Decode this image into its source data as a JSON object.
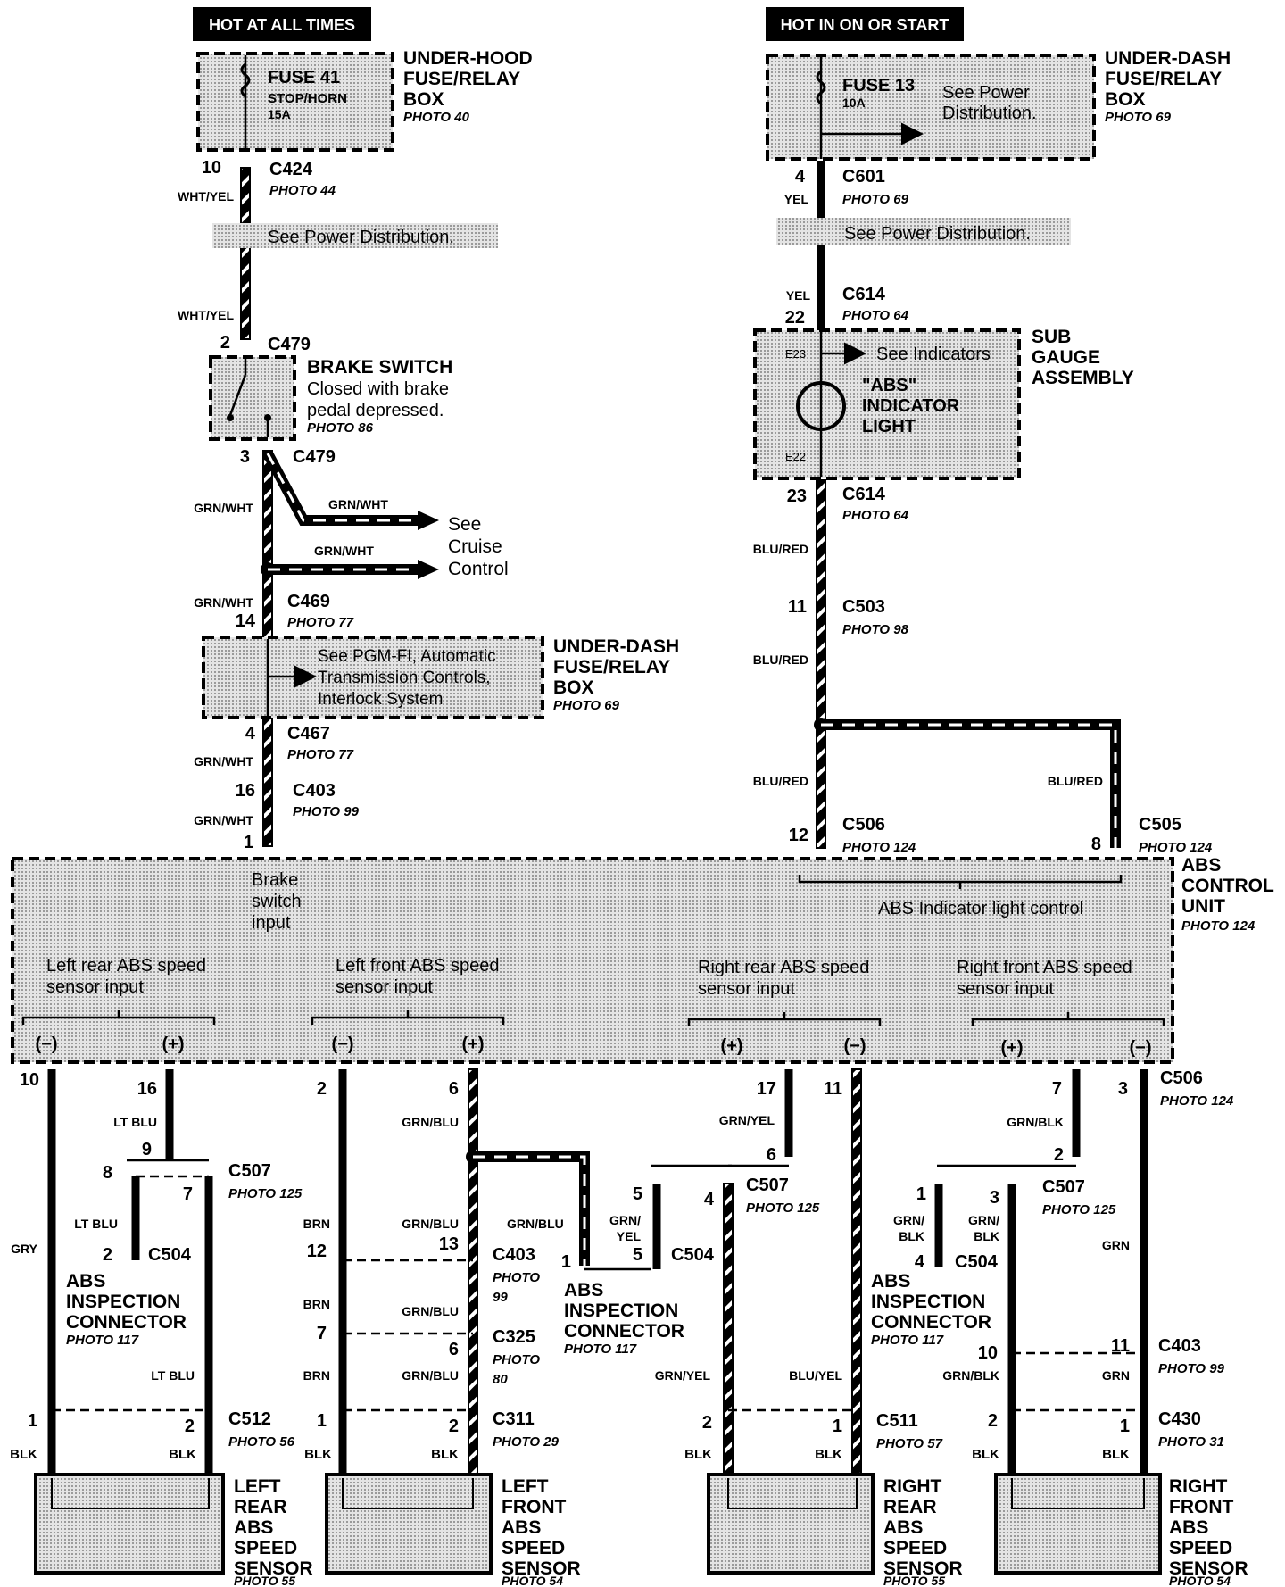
{
  "header_left": "HOT AT ALL TIMES",
  "header_right": "HOT IN ON OR START",
  "uh_box": {
    "title": [
      "UNDER-HOOD",
      "FUSE/RELAY",
      "BOX"
    ],
    "photo": "PHOTO 40",
    "fuse": "FUSE 41",
    "fuse_name": "STOP/HORN",
    "fuse_rating": "15A"
  },
  "ud_box": {
    "title": [
      "UNDER-DASH",
      "FUSE/RELAY",
      "BOX"
    ],
    "photo": "PHOTO 69",
    "fuse": "FUSE 13",
    "fuse_rating": "10A",
    "note": [
      "See Power",
      "Distribution."
    ]
  },
  "left_chain": {
    "c424": {
      "pin": "10",
      "conn": "C424",
      "photo": "PHOTO 44",
      "color": "WHT/YEL"
    },
    "pd": "See Power Distribution.",
    "c479_top": {
      "color": "WHT/YEL",
      "pin": "2",
      "conn": "C479"
    },
    "brake": {
      "title": "BRAKE SWITCH",
      "desc": [
        "Closed with brake",
        "pedal depressed."
      ],
      "photo": "PHOTO 86"
    },
    "c479_bot": {
      "pin": "3",
      "conn": "C479"
    },
    "branch1": {
      "color": "GRN/WHT"
    },
    "branch2": {
      "color": "GRN/WHT"
    },
    "see_cruise": [
      "See",
      "Cruise",
      "Control"
    ],
    "main_color": "GRN/WHT",
    "c469": {
      "color": "GRN/WHT",
      "pin": "14",
      "conn": "C469",
      "photo": "PHOTO 77"
    },
    "ud2": {
      "note": [
        "See PGM-FI, Automatic",
        "Transmission Controls,",
        "Interlock System"
      ],
      "title": [
        "UNDER-DASH",
        "FUSE/RELAY",
        "BOX"
      ],
      "photo": "PHOTO 69"
    },
    "c467": {
      "pin": "4",
      "conn": "C467",
      "photo": "PHOTO 77",
      "color": "GRN/WHT"
    },
    "c403": {
      "pin": "16",
      "conn": "C403",
      "photo": "PHOTO 99",
      "color": "GRN/WHT"
    },
    "pin1": "1"
  },
  "right_chain": {
    "c601": {
      "pin": "4",
      "conn": "C601",
      "photo": "PHOTO 69",
      "color": "YEL"
    },
    "pd": "See Power Distribution.",
    "c614_top": {
      "color": "YEL",
      "pin": "22",
      "conn": "C614",
      "photo": "PHOTO 64"
    },
    "sub_gauge": {
      "title": [
        "SUB",
        "GAUGE",
        "ASSEMBLY"
      ],
      "e23": "E23",
      "e22": "E22",
      "see_ind": "See Indicators",
      "light": [
        "\"ABS\"",
        "INDICATOR",
        "LIGHT"
      ]
    },
    "c614_bot": {
      "pin": "23",
      "conn": "C614",
      "photo": "PHOTO 64"
    },
    "c503": {
      "color": "BLU/RED",
      "pin": "11",
      "conn": "C503",
      "photo": "PHOTO 98",
      "color2": "BLU/RED"
    },
    "c506": {
      "color": "BLU/RED",
      "pin": "12",
      "conn": "C506",
      "photo": "PHOTO 124"
    },
    "c505": {
      "color": "BLU/RED",
      "pin": "8",
      "conn": "C505",
      "photo": "PHOTO 124"
    }
  },
  "abs_unit": {
    "title": [
      "ABS",
      "CONTROL",
      "UNIT"
    ],
    "photo": "PHOTO 124",
    "brake_input": [
      "Brake",
      "switch",
      "input"
    ],
    "indicator_ctrl": "ABS Indicator light control",
    "groups": [
      {
        "label": [
          "Left rear ABS speed",
          "sensor input"
        ],
        "minus": "(−)",
        "plus": "(+)"
      },
      {
        "label": [
          "Left front ABS speed",
          "sensor input"
        ],
        "minus": "(−)",
        "plus": "(+)"
      },
      {
        "label": [
          "Right rear ABS speed",
          "sensor input"
        ],
        "plus": "(+)",
        "minus": "(−)"
      },
      {
        "label": [
          "Right front ABS speed",
          "sensor input"
        ],
        "plus": "(+)",
        "minus": "(−)"
      }
    ],
    "bottom_conn": "C506",
    "bottom_photo": "PHOTO 124"
  },
  "bottom": {
    "lr": {
      "pin_a": "10",
      "pin_b": "16",
      "c_gry": "GRY",
      "c_ltblu": "LT BLU",
      "p9": "9",
      "p8": "8",
      "p7": "7",
      "c507": "C507",
      "c507_photo": "PHOTO 125",
      "c_ltblu2": "LT BLU",
      "p2": "2",
      "c504": "C504",
      "insp": [
        "ABS",
        "INSPECTION",
        "CONNECTOR"
      ],
      "insp_photo": "PHOTO 117",
      "c_ltblu3": "LT BLU",
      "s1": "1",
      "s2": "2",
      "c512": "C512",
      "c512_photo": "PHOTO 56",
      "blk1": "BLK",
      "blk2": "BLK",
      "sensor": [
        "LEFT",
        "REAR",
        "ABS",
        "SPEED",
        "SENSOR"
      ],
      "sensor_photo": "PHOTO 55"
    },
    "lf": {
      "pin_a": "2",
      "pin_b": "6",
      "c_grnblu_top": "GRN/BLU",
      "c_brn1": "BRN",
      "c_grnblu1": "GRN/BLU",
      "c_grnblu_branch": "GRN/BLU",
      "p12": "12",
      "p13": "13",
      "c403": "C403",
      "c403_photo": [
        "PHOTO",
        "99"
      ],
      "c_brn2": "BRN",
      "c_grnblu2": "GRN/BLU",
      "p7": "7",
      "p6": "6",
      "c325": "C325",
      "c325_photo": [
        "PHOTO",
        "80"
      ],
      "c_brn3": "BRN",
      "c_grnblu3": "GRN/BLU",
      "s1": "1",
      "s2": "2",
      "c311": "C311",
      "c311_photo": "PHOTO 29",
      "blk1": "BLK",
      "blk2": "BLK",
      "sensor": [
        "LEFT",
        "FRONT",
        "ABS",
        "SPEED",
        "SENSOR"
      ],
      "sensor_photo": "PHOTO 54"
    },
    "insp_mid": {
      "p1": "1",
      "p5a": "5",
      "p5b": "5",
      "c_grnyel": [
        "GRN/",
        "YEL"
      ],
      "c504": "C504",
      "insp": [
        "ABS",
        "INSPECTION",
        "CONNECTOR"
      ],
      "insp_photo": "PHOTO 117"
    },
    "rr": {
      "pin_a": "17",
      "pin_b": "11",
      "c_grnyel_top": "GRN/YEL",
      "p6": "6",
      "p4": "4",
      "c507": "C507",
      "c507_photo": "PHOTO 125",
      "c_grnyel": "GRN/YEL",
      "c_bluyel": "BLU/YEL",
      "s2": "2",
      "s1": "1",
      "c511": "C511",
      "c511_photo": "PHOTO 57",
      "blk1": "BLK",
      "blk2": "BLK",
      "sensor": [
        "RIGHT",
        "REAR",
        "ABS",
        "SPEED",
        "SENSOR"
      ],
      "sensor_photo": "PHOTO 55"
    },
    "rf": {
      "pin_a": "7",
      "pin_b": "3",
      "c_grnblk_top": "GRN/BLK",
      "p2": "2",
      "p1": "1",
      "p3": "3",
      "c507": "C507",
      "c507_photo": "PHOTO 125",
      "c_grnblk1": [
        "GRN/",
        "BLK"
      ],
      "c_grnblk2": [
        "GRN/",
        "BLK"
      ],
      "p4": "4",
      "c504": "C504",
      "c_grn1": "GRN",
      "insp": [
        "ABS",
        "INSPECTION",
        "CONNECTOR"
      ],
      "insp_photo": "PHOTO 117",
      "p10": "10",
      "p11": "11",
      "c403": "C403",
      "c403_photo": "PHOTO 99",
      "c_grnblk3": "GRN/BLK",
      "c_grn2": "GRN",
      "s2": "2",
      "s1": "1",
      "c430": "C430",
      "c430_photo": "PHOTO 31",
      "blk1": "BLK",
      "blk2": "BLK",
      "sensor": [
        "RIGHT",
        "FRONT",
        "ABS",
        "SPEED",
        "SENSOR"
      ],
      "sensor_photo": "PHOTO 54"
    }
  }
}
